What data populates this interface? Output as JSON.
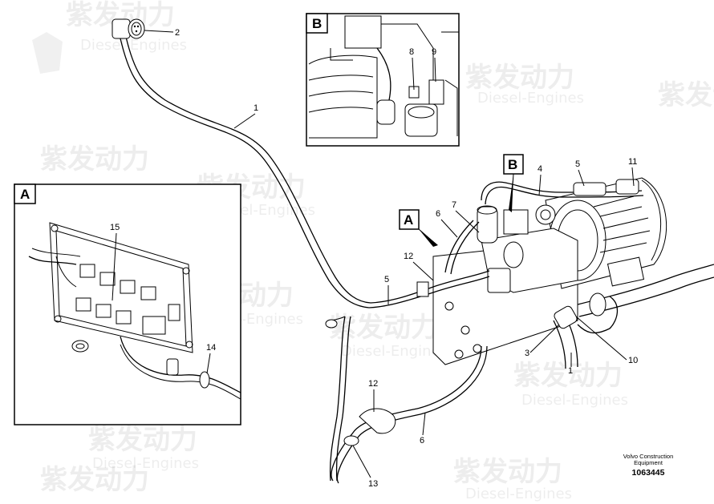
{
  "watermark": {
    "cn": "紫发动力",
    "en": "Diesel-Engines"
  },
  "detail_boxes": {
    "a": {
      "label": "A"
    },
    "b": {
      "label": "B"
    }
  },
  "view_markers": {
    "a": "A",
    "b": "B"
  },
  "callouts": {
    "c1_top": "1",
    "c2": "2",
    "c8": "8",
    "c9": "9",
    "c15": "15",
    "c14": "14",
    "c4": "4",
    "c5_top": "5",
    "c11": "11",
    "c7": "7",
    "c6_top": "6",
    "c12_top": "12",
    "c5_left": "5",
    "c3": "3",
    "c1_bottom": "1",
    "c10": "10",
    "c12_bottom": "12",
    "c6_bottom": "6",
    "c13": "13"
  },
  "footer": {
    "line1": "Volvo Construction",
    "line2": "Equipment",
    "number": "1063445"
  }
}
